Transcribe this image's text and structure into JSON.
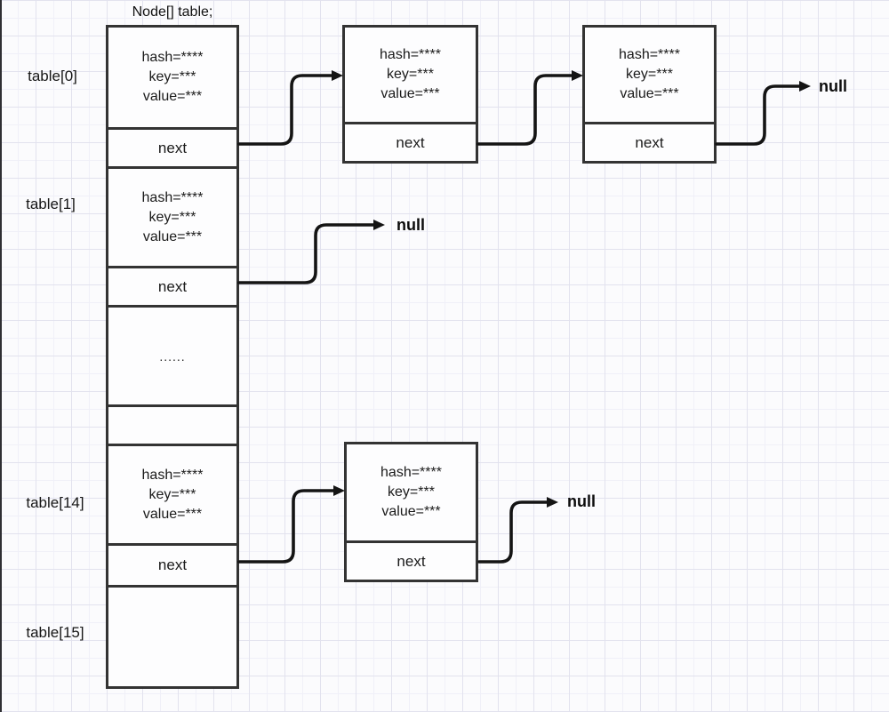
{
  "diagram": {
    "title": "Node[] table;",
    "null_label": "null",
    "ellipsis": "......",
    "node_fields": {
      "hash": "hash=****",
      "key": "key=***",
      "value": "value=***",
      "next": "next"
    },
    "bucket_labels": [
      "table[0]",
      "table[1]",
      "table[14]",
      "table[15]"
    ]
  }
}
